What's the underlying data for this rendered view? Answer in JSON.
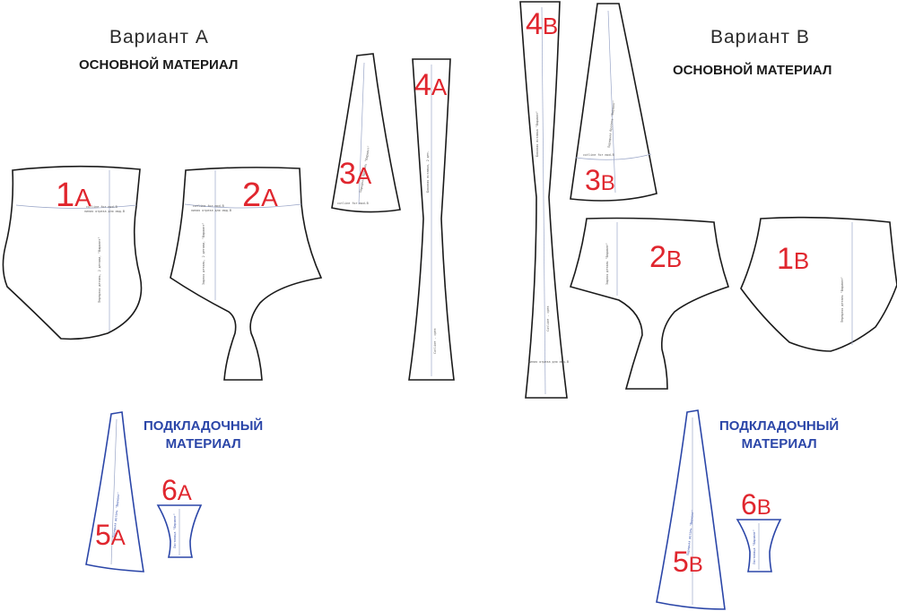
{
  "headings": {
    "variant_a": "Вариант A",
    "variant_b": "Вариант B",
    "main_material_a": "ОСНОВНОЙ МАТЕРИАЛ",
    "main_material_b": "ОСНОВНОЙ МАТЕРИАЛ",
    "lining_a_line1": "ПОДКЛАДОЧНЫЙ",
    "lining_a_line2": "МАТЕРИАЛ",
    "lining_b_line1": "ПОДКЛАДОЧНЫЙ",
    "lining_b_line2": "МАТЕРИАЛ"
  },
  "colors": {
    "piece_label": "#e0262e",
    "outline": "#1a1a1a",
    "lining_outline": "#2b46a8",
    "lining_heading": "#2b46a8"
  },
  "pieces": {
    "p1a": {
      "num": "1",
      "letter": "A"
    },
    "p2a": {
      "num": "2",
      "letter": "A"
    },
    "p3a": {
      "num": "3",
      "letter": "A"
    },
    "p4a": {
      "num": "4",
      "letter": "A"
    },
    "p5a": {
      "num": "5",
      "letter": "A"
    },
    "p6a": {
      "num": "6",
      "letter": "A"
    },
    "p1b": {
      "num": "1",
      "letter": "B"
    },
    "p2b": {
      "num": "2",
      "letter": "B"
    },
    "p3b": {
      "num": "3",
      "letter": "B"
    },
    "p4b": {
      "num": "4",
      "letter": "B"
    },
    "p5b": {
      "num": "5",
      "letter": "B"
    },
    "p6b": {
      "num": "6",
      "letter": "B"
    }
  }
}
